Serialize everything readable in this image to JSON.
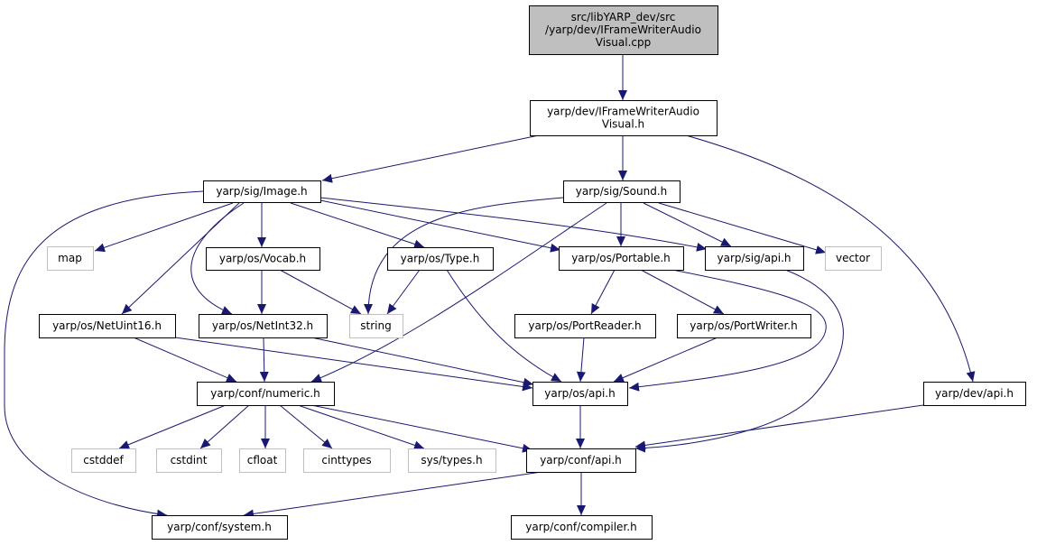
{
  "graph": {
    "title": "Include dependency graph for IFrameWriterAudioVisual.cpp",
    "colors": {
      "edge": "#191970",
      "root_fill": "#bfbfbf",
      "node_border": "#000000",
      "external_border": "#bfbfbf"
    },
    "nodes": [
      {
        "id": "root",
        "lines": [
          "src/libYARP_dev/src",
          "/yarp/dev/IFrameWriterAudio",
          "Visual.cpp"
        ],
        "kind": "root"
      },
      {
        "id": "ifw",
        "lines": [
          "yarp/dev/IFrameWriterAudio",
          "Visual.h"
        ],
        "kind": "normal"
      },
      {
        "id": "image",
        "lines": [
          "yarp/sig/Image.h"
        ],
        "kind": "normal"
      },
      {
        "id": "sound",
        "lines": [
          "yarp/sig/Sound.h"
        ],
        "kind": "normal"
      },
      {
        "id": "map",
        "lines": [
          "map"
        ],
        "kind": "external"
      },
      {
        "id": "vocab",
        "lines": [
          "yarp/os/Vocab.h"
        ],
        "kind": "normal"
      },
      {
        "id": "type",
        "lines": [
          "yarp/os/Type.h"
        ],
        "kind": "normal"
      },
      {
        "id": "portable",
        "lines": [
          "yarp/os/Portable.h"
        ],
        "kind": "normal"
      },
      {
        "id": "sigapi",
        "lines": [
          "yarp/sig/api.h"
        ],
        "kind": "normal"
      },
      {
        "id": "vector",
        "lines": [
          "vector"
        ],
        "kind": "external"
      },
      {
        "id": "netuint16",
        "lines": [
          "yarp/os/NetUint16.h"
        ],
        "kind": "normal"
      },
      {
        "id": "netint32",
        "lines": [
          "yarp/os/NetInt32.h"
        ],
        "kind": "normal"
      },
      {
        "id": "string",
        "lines": [
          "string"
        ],
        "kind": "external"
      },
      {
        "id": "portreader",
        "lines": [
          "yarp/os/PortReader.h"
        ],
        "kind": "normal"
      },
      {
        "id": "portwriter",
        "lines": [
          "yarp/os/PortWriter.h"
        ],
        "kind": "normal"
      },
      {
        "id": "numeric",
        "lines": [
          "yarp/conf/numeric.h"
        ],
        "kind": "normal"
      },
      {
        "id": "osapi",
        "lines": [
          "yarp/os/api.h"
        ],
        "kind": "normal"
      },
      {
        "id": "devapi",
        "lines": [
          "yarp/dev/api.h"
        ],
        "kind": "normal"
      },
      {
        "id": "cstddef",
        "lines": [
          "cstddef"
        ],
        "kind": "external"
      },
      {
        "id": "cstdint",
        "lines": [
          "cstdint"
        ],
        "kind": "external"
      },
      {
        "id": "cfloat",
        "lines": [
          "cfloat"
        ],
        "kind": "external"
      },
      {
        "id": "cinttypes",
        "lines": [
          "cinttypes"
        ],
        "kind": "external"
      },
      {
        "id": "systypes",
        "lines": [
          "sys/types.h"
        ],
        "kind": "external"
      },
      {
        "id": "confapi",
        "lines": [
          "yarp/conf/api.h"
        ],
        "kind": "normal"
      },
      {
        "id": "system",
        "lines": [
          "yarp/conf/system.h"
        ],
        "kind": "normal"
      },
      {
        "id": "compiler",
        "lines": [
          "yarp/conf/compiler.h"
        ],
        "kind": "normal"
      }
    ],
    "edges": [
      [
        "root",
        "ifw"
      ],
      [
        "ifw",
        "image"
      ],
      [
        "ifw",
        "sound"
      ],
      [
        "ifw",
        "devapi"
      ],
      [
        "image",
        "map"
      ],
      [
        "image",
        "vocab"
      ],
      [
        "image",
        "type"
      ],
      [
        "image",
        "portable"
      ],
      [
        "image",
        "sigapi"
      ],
      [
        "image",
        "netuint16"
      ],
      [
        "image",
        "netint32"
      ],
      [
        "image",
        "system"
      ],
      [
        "sound",
        "string"
      ],
      [
        "sound",
        "numeric"
      ],
      [
        "sound",
        "portable"
      ],
      [
        "sound",
        "sigapi"
      ],
      [
        "sound",
        "vector"
      ],
      [
        "vocab",
        "netint32"
      ],
      [
        "vocab",
        "string"
      ],
      [
        "type",
        "string"
      ],
      [
        "type",
        "osapi"
      ],
      [
        "portable",
        "portreader"
      ],
      [
        "portable",
        "portwriter"
      ],
      [
        "portable",
        "osapi"
      ],
      [
        "sigapi",
        "confapi"
      ],
      [
        "netuint16",
        "numeric"
      ],
      [
        "netuint16",
        "osapi"
      ],
      [
        "netint32",
        "numeric"
      ],
      [
        "netint32",
        "osapi"
      ],
      [
        "portreader",
        "osapi"
      ],
      [
        "portwriter",
        "osapi"
      ],
      [
        "numeric",
        "cstddef"
      ],
      [
        "numeric",
        "cstdint"
      ],
      [
        "numeric",
        "cfloat"
      ],
      [
        "numeric",
        "cinttypes"
      ],
      [
        "numeric",
        "systypes"
      ],
      [
        "numeric",
        "confapi"
      ],
      [
        "osapi",
        "confapi"
      ],
      [
        "devapi",
        "confapi"
      ],
      [
        "confapi",
        "system"
      ],
      [
        "confapi",
        "compiler"
      ]
    ]
  }
}
